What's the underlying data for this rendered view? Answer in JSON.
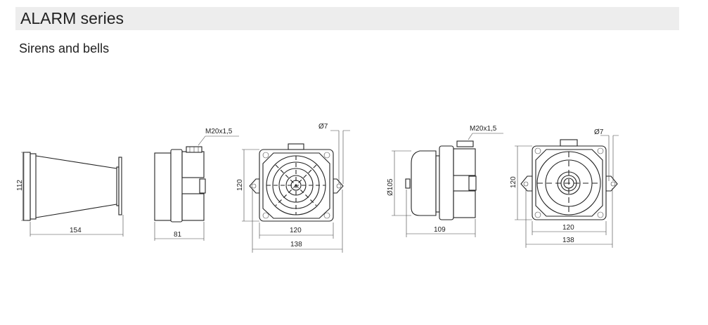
{
  "header": {
    "title": "ALARM series"
  },
  "subtitle": "Sirens and bells",
  "siren": {
    "horn_height": "112",
    "horn_length": "154",
    "side_depth": "81",
    "gland": "M20x1,5",
    "front_height": "120",
    "front_width": "120",
    "overall_width": "138",
    "hole": "Ø7"
  },
  "bell": {
    "diameter": "Ø105",
    "side_depth": "109",
    "gland": "M20x1,5",
    "front_height": "120",
    "front_width": "120",
    "overall_width": "138",
    "hole": "Ø7"
  }
}
